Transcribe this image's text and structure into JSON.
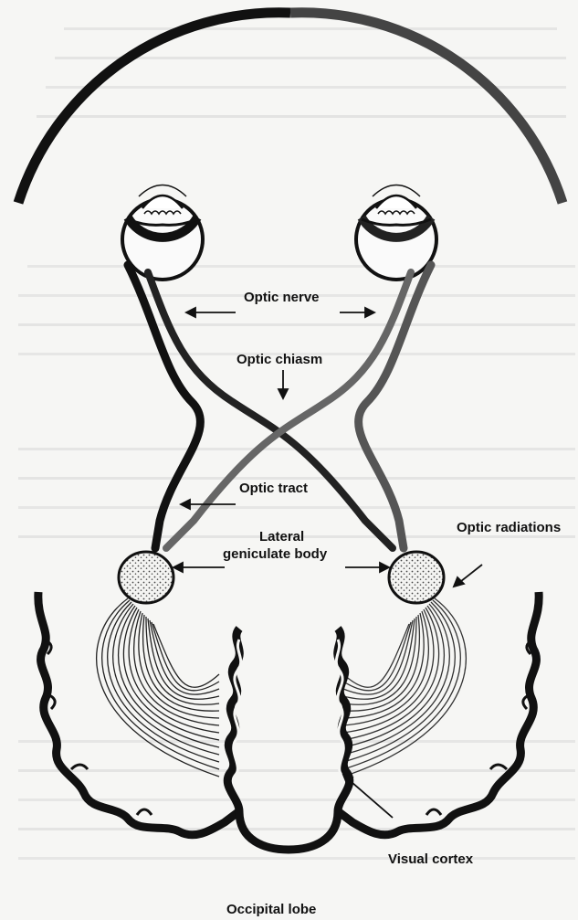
{
  "diagram": {
    "labels": {
      "optic_nerve": "Optic nerve",
      "optic_chiasm": "Optic chiasm",
      "optic_tract": "Optic tract",
      "lateral_geniculate_line1": "Lateral",
      "lateral_geniculate_line2": "geniculate body",
      "optic_radiations": "Optic radiations",
      "visual_cortex": "Visual cortex",
      "occipital_lobe": "Occipital lobe"
    }
  }
}
